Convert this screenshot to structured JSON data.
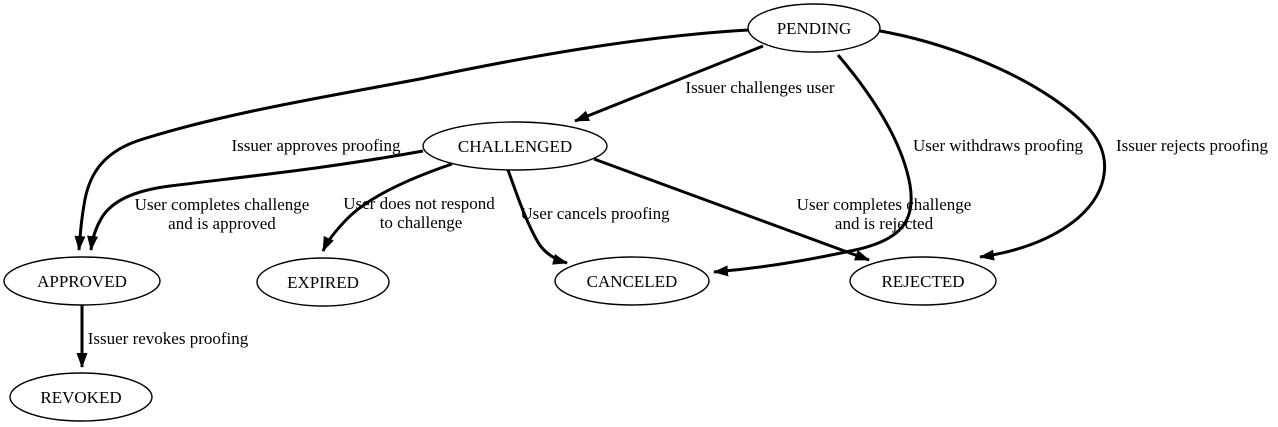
{
  "diagram": {
    "type": "state-machine-graph",
    "colors": {
      "background": "#ffffff",
      "stroke": "#000000",
      "node_fill": "#ffffff",
      "text": "#000000"
    },
    "nodes": [
      {
        "id": "pending",
        "label": "PENDING"
      },
      {
        "id": "challenged",
        "label": "CHALLENGED"
      },
      {
        "id": "approved",
        "label": "APPROVED"
      },
      {
        "id": "expired",
        "label": "EXPIRED"
      },
      {
        "id": "canceled",
        "label": "CANCELED"
      },
      {
        "id": "rejected",
        "label": "REJECTED"
      },
      {
        "id": "revoked",
        "label": "REVOKED"
      }
    ],
    "edges": [
      {
        "from": "PENDING",
        "to": "CHALLENGED",
        "label": "Issuer challenges user"
      },
      {
        "from": "PENDING",
        "to": "APPROVED",
        "label": "Issuer approves proofing"
      },
      {
        "from": "CHALLENGED",
        "to": "APPROVED",
        "label": "User completes challenge and is approved",
        "label_lines": [
          "User completes challenge",
          "and is approved"
        ]
      },
      {
        "from": "CHALLENGED",
        "to": "EXPIRED",
        "label": "User does not respond to challenge",
        "label_lines": [
          "User does not respond",
          "to challenge"
        ]
      },
      {
        "from": "CHALLENGED",
        "to": "CANCELED",
        "label": "User cancels proofing"
      },
      {
        "from": "CHALLENGED",
        "to": "REJECTED",
        "label": "User completes challenge and is rejected",
        "label_lines": [
          "User completes challenge",
          "and is rejected"
        ]
      },
      {
        "from": "PENDING",
        "to": "CANCELED",
        "label": "User withdraws proofing"
      },
      {
        "from": "PENDING",
        "to": "REJECTED",
        "label": "Issuer rejects proofing"
      },
      {
        "from": "APPROVED",
        "to": "REVOKED",
        "label": "Issuer revokes proofing"
      }
    ]
  }
}
